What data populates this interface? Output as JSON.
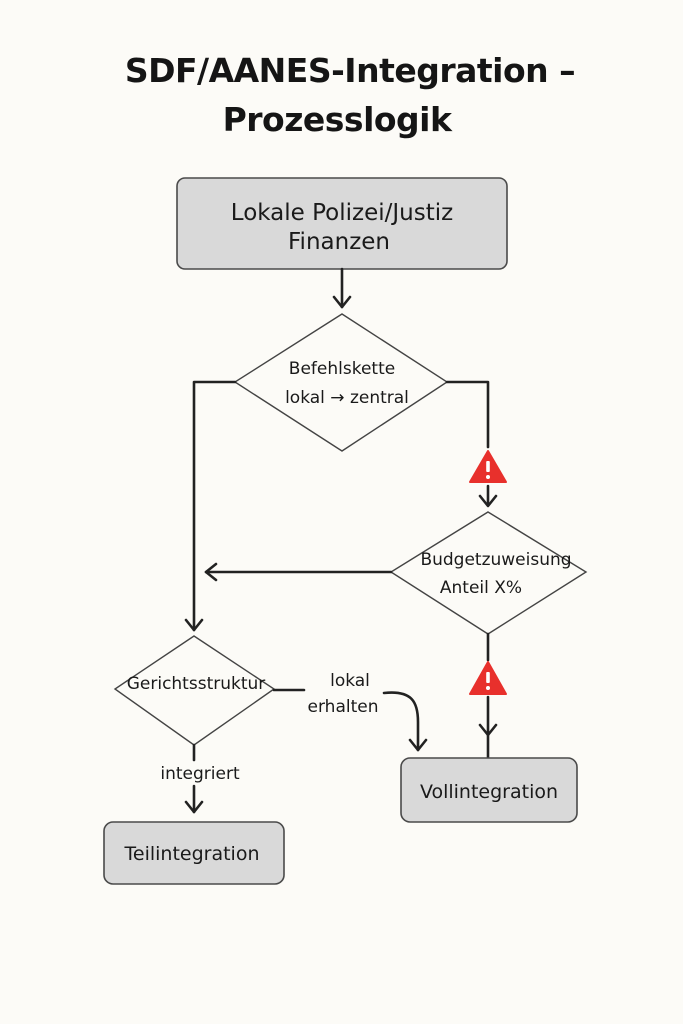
{
  "title": {
    "line1": "SDF/AANES-Integration –",
    "line2": "Prozesslogik"
  },
  "nodes": {
    "start": {
      "line1": "Lokale Polizei/Justiz",
      "line2": "Finanzen"
    },
    "chain_decision": {
      "line1": "Befehlskette",
      "line2": "lokal → zentral"
    },
    "budget_decision": {
      "line1": "Budgetzuweisung",
      "line2": "Anteil X%"
    },
    "court_decision": {
      "label": "Gerichtsstruktur"
    },
    "full_integration": {
      "label": "Vollintegration"
    },
    "partial_integration": {
      "label": "Teilintegration"
    }
  },
  "edge_labels": {
    "local_kept_line1": "lokal",
    "local_kept_line2": "erhalten",
    "integrated": "integriert"
  },
  "colors": {
    "warning": "#e8302c",
    "box_fill": "#d9d9d9",
    "background": "#fcfbf7"
  },
  "icons": {
    "warning": "warning-triangle-icon"
  }
}
